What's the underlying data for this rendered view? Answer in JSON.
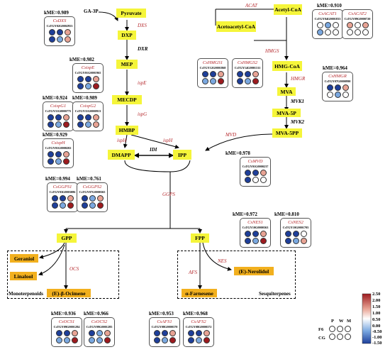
{
  "nodes": {
    "ga3p": "GA-3P",
    "pyruvate": "Pyruvate",
    "dxp": "DXP",
    "mep": "MEP",
    "mecdp": "MECDP",
    "hmbp": "HMBP",
    "dmapp": "DMAPP",
    "ipp": "IPP",
    "acetyl_coa": "Acetyl-CoA",
    "acetoacetyl_coa": "Acetoacetyl-CoA",
    "hmg_coa": "HMG-CoA",
    "mva": "MVA",
    "mva5p": "MVA-5P",
    "mva5pp": "MVA-5PP",
    "gpp": "GPP",
    "fpp": "FPP",
    "geraniol": "Geraniol",
    "linalool": "Linalool",
    "ocimene": "(E)-β-Ocimene",
    "nerolidol": "(E)-Nerolidol",
    "farnesene": "α-Farnesene"
  },
  "enzymes": {
    "dxs": "DXS",
    "dxr": "DXR",
    "ispe": "ispE",
    "ispg": "ispG",
    "isph": "ispH",
    "idi": "IDI",
    "ggps": "GGPS",
    "acat": "ACAT",
    "hmgs": "HMGS",
    "hmgr": "HMGR",
    "mvk1": "MVK1",
    "mvk2": "MVK2",
    "mvd": "MVD",
    "ocs": "OCS",
    "nes": "NES",
    "afs": "AFS"
  },
  "groups": {
    "mono": "Monoterpenoids",
    "sesq": "Sesquiterpenes"
  },
  "kme": {
    "dxs": "kME=0.989",
    "ispe": "kME=0.982",
    "ispg1": "kME=0.924",
    "ispg2": "kME=0.989",
    "isph": "kME=0.929",
    "ggps1": "kME=0.994",
    "ggps2": "kME=0.761",
    "acat": "kME=0.910",
    "hmgr": "kME=0.964",
    "mvd": "kME=0.978",
    "nes1": "kME=0.972",
    "nes2": "kME=0.810",
    "ocs1": "kME=0.936",
    "ocs2": "kME=0.966",
    "afs1": "kME=0.953",
    "afs2": "kME=0.968"
  },
  "colors": {
    "up": "#9d1b1f",
    "up_light": "#e8a394",
    "neutral": "#ffffff",
    "down_light": "#7aa8e0",
    "down": "#1e3f9a",
    "node": "#f5f53a",
    "end_node": "#f2b01e",
    "enzyme": "#b5282c"
  },
  "genes": [
    {
      "name": "CsDXS",
      "id": "CsTGY02G0002953",
      "vals": [
        -1.5,
        -1.0,
        1.3,
        -1.2,
        -0.6,
        1.4
      ]
    },
    {
      "name": "CsispE",
      "id": "CsTGY01G0001965",
      "vals": [
        -1.4,
        -1.0,
        0.9,
        -1.2,
        -0.8,
        2.0
      ]
    },
    {
      "name": "CsispG1",
      "id": "CsTGY11G0000775",
      "vals": [
        -1.4,
        -1.2,
        1.2,
        -1.0,
        -0.5,
        2.0
      ]
    },
    {
      "name": "CsispG2",
      "id": "CsTGY11G0000913",
      "vals": [
        -1.3,
        -1.0,
        1.3,
        -1.2,
        -0.6,
        1.5
      ]
    },
    {
      "name": "CsispH",
      "id": "CsTGY01G0000202",
      "vals": [
        -1.5,
        -1.1,
        1.2,
        -1.2,
        -0.7,
        1.8
      ]
    },
    {
      "name": "CsGGPS1",
      "id": "CsTGY03G0003086",
      "vals": [
        -1.5,
        -1.0,
        1.1,
        -1.3,
        -0.4,
        1.9
      ]
    },
    {
      "name": "CsGGPS2",
      "id": "CsTGY07G0000365",
      "vals": [
        -1.1,
        -0.8,
        0.7,
        -1.2,
        -0.3,
        1.6
      ]
    },
    {
      "name": "CsACAT1",
      "id": "CsTGY04G0001833",
      "vals": [
        0.2,
        -0.6,
        0.4,
        -0.5,
        0.1,
        0.2
      ]
    },
    {
      "name": "CsACAT2",
      "id": "CsTGY09G0000720",
      "vals": [
        0.8,
        -0.2,
        0.6,
        0.1,
        0.1,
        0.3
      ]
    },
    {
      "name": "CsHMGS1",
      "id": "CsTGY12G0001868",
      "vals": [
        -1.0,
        -1.2,
        1.5,
        -0.6,
        -0.4,
        1.8
      ]
    },
    {
      "name": "CsHMGS2",
      "id": "CsTGY14G0001311",
      "vals": [
        -1.3,
        -1.0,
        1.3,
        -1.1,
        -0.5,
        2.1
      ]
    },
    {
      "name": "CsHMGR",
      "id": "CsTGY07G0000990",
      "vals": [
        -1.2,
        -1.4,
        1.3,
        -0.2,
        -0.6,
        0.1
      ]
    },
    {
      "name": "CsMVD",
      "id": "CsTGY01G0000237",
      "vals": [
        -1.4,
        -1.2,
        0.8,
        -1.0,
        0.0,
        0.4
      ]
    },
    {
      "name": "CsNES1",
      "id": "CsTGY10G0000363",
      "vals": [
        -1.2,
        -1.0,
        0.8,
        -1.3,
        -0.5,
        2.2
      ]
    },
    {
      "name": "CsNES2",
      "id": "CsTGY10G0001705",
      "vals": [
        -1.4,
        -1.1,
        0.3,
        -1.2,
        -0.5,
        0.8
      ]
    },
    {
      "name": "CsOCS1",
      "id": "CsTGY09G0001284",
      "vals": [
        -1.3,
        -1.1,
        1.2,
        -0.6,
        -0.6,
        1.9
      ]
    },
    {
      "name": "CsOCS2",
      "id": "CsTGY09G0001285",
      "vals": [
        -1.2,
        -0.8,
        1.2,
        -0.6,
        -0.4,
        2.0
      ]
    },
    {
      "name": "CsAFS1",
      "id": "CsTGY08G0000370",
      "vals": [
        -1.4,
        -1.1,
        1.0,
        -1.2,
        -0.4,
        2.0
      ]
    },
    {
      "name": "CsAFS2",
      "id": "CsTGY08G0000372",
      "vals": [
        -1.3,
        -1.0,
        1.2,
        -1.1,
        -0.7,
        1.8
      ]
    }
  ],
  "legend": {
    "col_p": "P",
    "col_w": "W",
    "col_m": "M",
    "row_f6": "F6",
    "row_cg": "CG",
    "scale": [
      "2.50",
      "2.00",
      "1.50",
      "1.00",
      "0.50",
      "0.00",
      "-0.50",
      "-1.00",
      "-1.50"
    ]
  }
}
